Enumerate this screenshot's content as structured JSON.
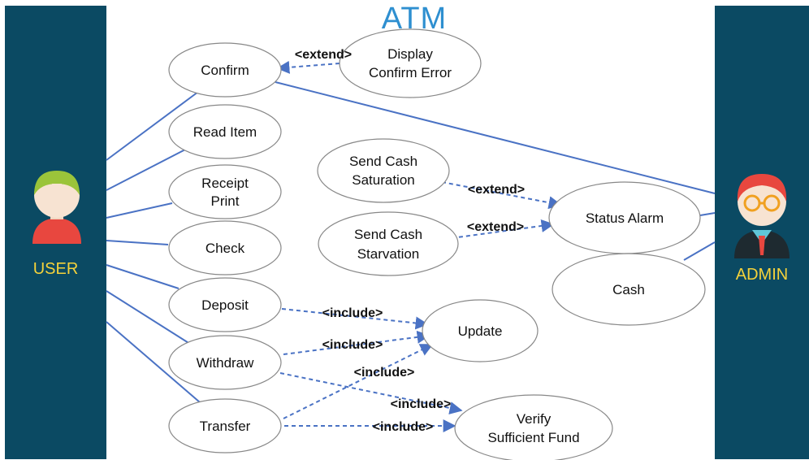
{
  "title": "ATM",
  "actors": {
    "user": "USER",
    "admin": "ADMIN"
  },
  "use_cases": {
    "confirm": "Confirm",
    "display_confirm_error": [
      "Display",
      "Confirm Error"
    ],
    "read_item": "Read Item",
    "receipt_print": [
      "Receipt",
      "Print"
    ],
    "check": "Check",
    "deposit": "Deposit",
    "withdraw": "Withdraw",
    "transfer": "Transfer",
    "send_cash_saturation": [
      "Send Cash",
      "Saturation"
    ],
    "send_cash_starvation": [
      "Send Cash",
      "Starvation"
    ],
    "status_alarm": "Status Alarm",
    "cash": "Cash",
    "update": "Update",
    "verify_sufficient_fund": [
      "Verify",
      "Sufficient Fund"
    ]
  },
  "relations": {
    "extend": "<extend>",
    "include": "<include>"
  },
  "colors": {
    "panel": "#0b4a63",
    "title": "#2e8fd0",
    "actor_label": "#f5d23a",
    "association": "#4a72c4",
    "dependency": "#4a72c4"
  }
}
